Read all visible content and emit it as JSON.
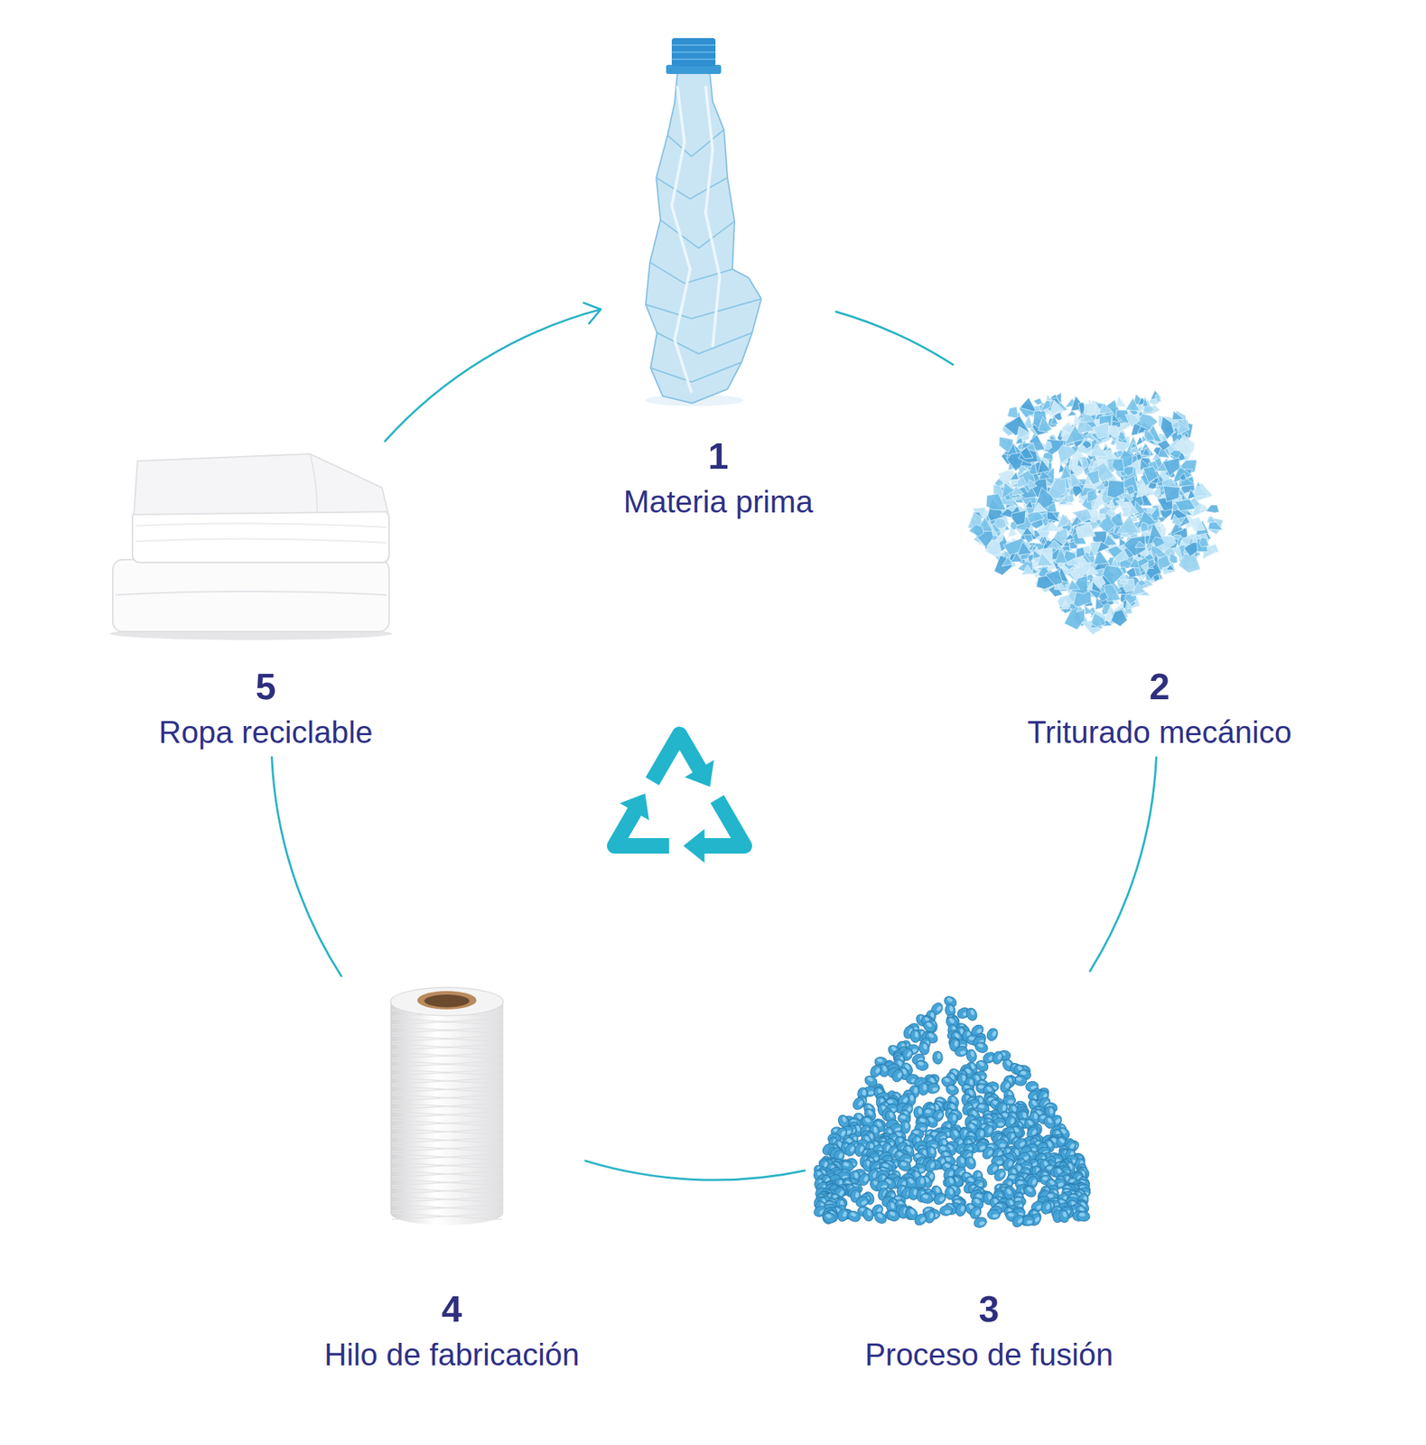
{
  "diagram": {
    "nodes": [
      {
        "text": [
          "1",
          "Materia prima"
        ]
      },
      {
        "text": [
          "2",
          "Triturado mecánico"
        ]
      },
      {
        "text": [
          "3",
          "Proceso de fusión"
        ]
      },
      {
        "text": [
          "4",
          "Hilo de fabricación"
        ]
      },
      {
        "text": [
          "5",
          "Ropa reciclable"
        ]
      }
    ],
    "edges": [
      {
        "from": 0,
        "to": 1,
        "arrow": "none"
      },
      {
        "from": 1,
        "to": 2,
        "arrow": "none"
      },
      {
        "from": 2,
        "to": 3,
        "arrow": "none"
      },
      {
        "from": 3,
        "to": 4,
        "arrow": "none"
      },
      {
        "from": 4,
        "to": 0,
        "arrow": "to"
      }
    ]
  }
}
